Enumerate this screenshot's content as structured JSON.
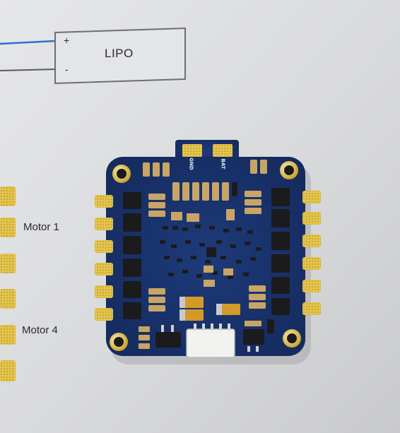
{
  "photo": {
    "diagram_labels": {
      "battery": "LIPO",
      "positive": "+",
      "negative": "-",
      "motor_1": "Motor 1",
      "motor_4": "Motor 4"
    },
    "board_silkscreen": {
      "ground_pad": "GND",
      "battery_pad": "BAT"
    },
    "colors": {
      "paper": "#d9dadc",
      "pcb": "#17306a",
      "pad_gold": "#e2c24a",
      "wire_blue": "#2f6fd1",
      "diagram_line": "#6d6e70"
    }
  }
}
